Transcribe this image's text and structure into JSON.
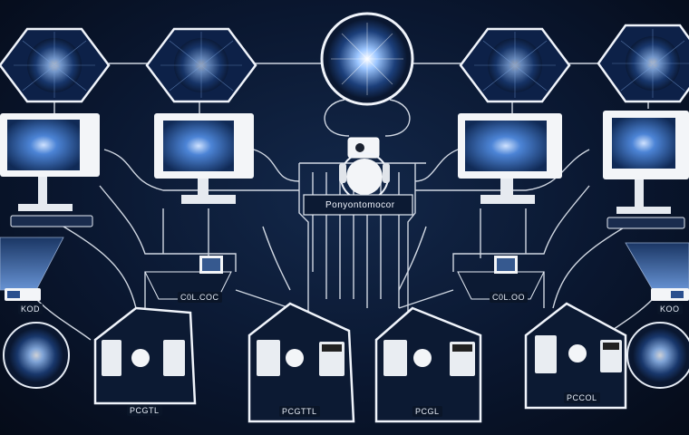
{
  "hub_label": "Ponyontomocor",
  "labels": {
    "left_laptop": "C0L.COC",
    "right_laptop": "C0L.OO",
    "left_projector": "KOD",
    "right_projector": "KOO",
    "rack_1": "PCGTL",
    "rack_2": "PCGTTL",
    "rack_3": "PCGL",
    "rack_4": "PCCOL"
  },
  "colors": {
    "background": "#0a1730",
    "line": "#e6ecf5",
    "glow": "#6fa8ff",
    "screen": "#2a5aa8"
  },
  "icons": [
    "hexagon-globe-icon",
    "monitor-icon",
    "server-rack-icon",
    "laptop-icon",
    "projector-icon",
    "camera-icon",
    "hub-core-icon"
  ]
}
